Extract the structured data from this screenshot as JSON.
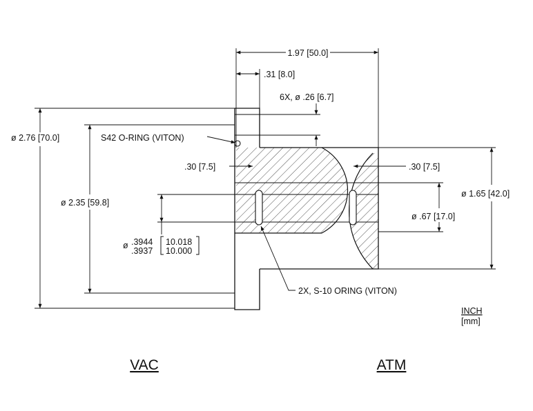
{
  "dimensions": {
    "overall_length": "1.97 [50.0]",
    "flange_thickness": ".31 [8.0]",
    "bolt_holes": "6X, ø .26 [6.7]",
    "flange_od": "ø 2.76 [70.0]",
    "bolt_circle": "ø 2.35 [59.8]",
    "groove_vac": ".30 [7.5]",
    "groove_atm": ".30 [7.5]",
    "body_od": "ø 1.65 [42.0]",
    "inner_od": "ø .67 [17.0]",
    "bore_symbol": "ø",
    "bore_in_upper": ".3944",
    "bore_in_lower": ".3937",
    "bore_mm_upper": "10.018",
    "bore_mm_lower": "10.000"
  },
  "notes": {
    "flange_oring": "S42 O-RING (VITON)",
    "shaft_orings": "2X, S-10 ORING (VITON)"
  },
  "units": {
    "primary": "INCH",
    "secondary": "[mm]"
  },
  "sides": {
    "left": "VAC",
    "right": "ATM"
  },
  "colors": {
    "line": "#111111",
    "background": "#ffffff"
  }
}
